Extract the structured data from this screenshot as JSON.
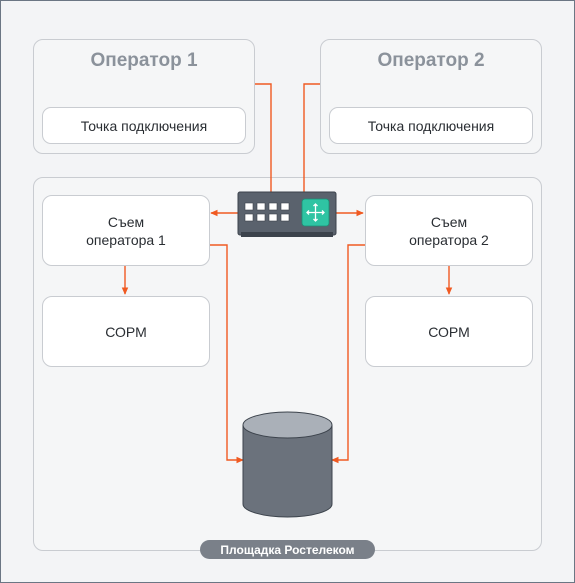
{
  "operator1": {
    "title": "Оператор 1",
    "connection_point": "Точка подключения"
  },
  "operator2": {
    "title": "Оператор 2",
    "connection_point": "Точка подключения"
  },
  "site": {
    "label": "Площадка Ростелеком"
  },
  "capture1": {
    "label": "Съем\nоператора 1"
  },
  "capture2": {
    "label": "Съем\nоператора 2"
  },
  "sorm1": {
    "label": "СОРМ"
  },
  "sorm2": {
    "label": "СОРМ"
  },
  "colors": {
    "accent": "#f05a22",
    "border": "#c9ccd1",
    "badge": "#7a8089",
    "switch_port": "#2fc4a3"
  },
  "icons": {
    "switch": "network-switch-icon",
    "storage": "database-cylinder-icon"
  }
}
